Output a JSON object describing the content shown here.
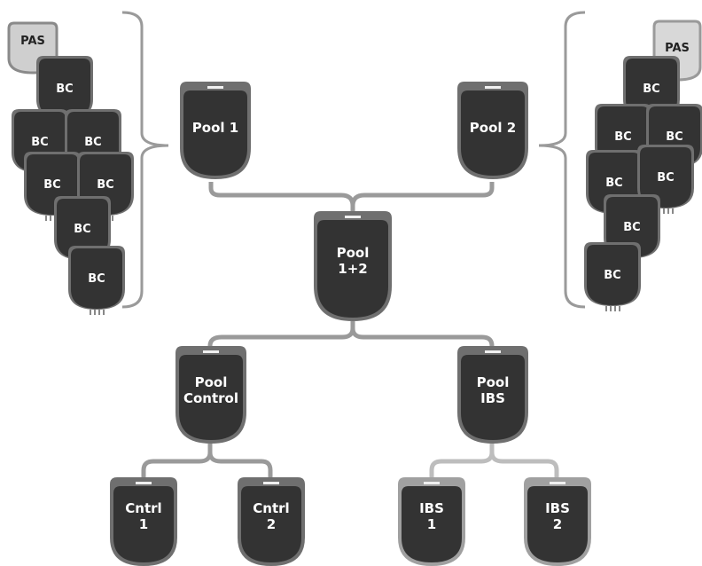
{
  "colors": {
    "background": "#ffffff",
    "container_body": "#333333",
    "container_shell": "#6f6f6f",
    "container_shell_light": "#a0a0a0",
    "pas_body": "#d8d8d8",
    "connector": "#9a9a9a",
    "label_on_dark": "#ffffff",
    "label_on_light": "#222222"
  },
  "pas_left": {
    "label": "PAS"
  },
  "pas_right": {
    "label": "PAS"
  },
  "bc_left": [
    {
      "label": "BC"
    },
    {
      "label": "BC"
    },
    {
      "label": "BC"
    },
    {
      "label": "BC"
    },
    {
      "label": "BC"
    },
    {
      "label": "BC"
    },
    {
      "label": "BC"
    }
  ],
  "bc_right": [
    {
      "label": "BC"
    },
    {
      "label": "BC"
    },
    {
      "label": "BC"
    },
    {
      "label": "BC"
    },
    {
      "label": "BC"
    },
    {
      "label": "BC"
    },
    {
      "label": "BC"
    }
  ],
  "pools": {
    "pool1": {
      "lines": [
        "Pool 1"
      ]
    },
    "pool2": {
      "lines": [
        "Pool 2"
      ]
    },
    "pool12": {
      "lines": [
        "Pool",
        "1+2"
      ]
    },
    "pool_control": {
      "lines": [
        "Pool",
        "Control"
      ]
    },
    "pool_ibs": {
      "lines": [
        "Pool",
        "IBS"
      ]
    },
    "cntrl1": {
      "lines": [
        "Cntrl",
        "1"
      ]
    },
    "cntrl2": {
      "lines": [
        "Cntrl",
        "2"
      ]
    },
    "ibs1": {
      "lines": [
        "IBS",
        "1"
      ]
    },
    "ibs2": {
      "lines": [
        "IBS",
        "2"
      ]
    }
  }
}
